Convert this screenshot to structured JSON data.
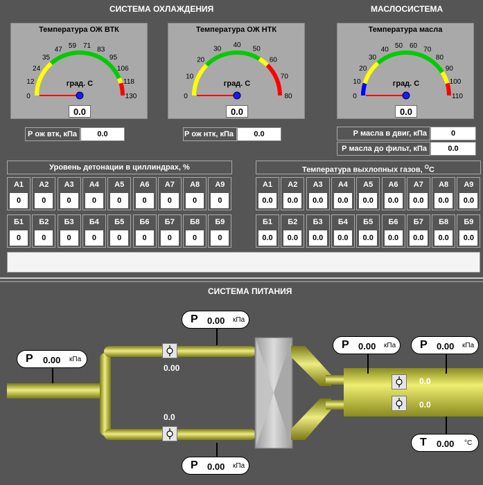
{
  "cooling": {
    "title": "СИСТЕМА ОХЛАЖДЕНИЯ",
    "gauge1": {
      "title": "Температура ОЖ ВТК",
      "unit": "град. С",
      "value": "0.0",
      "min": 0,
      "max": 130,
      "ticks": [
        "0",
        "12",
        "24",
        "35",
        "47",
        "59",
        "71",
        "83",
        "95",
        "106",
        "118",
        "130"
      ],
      "zones": [
        {
          "from": 0,
          "to": 35,
          "color": "#ffff00"
        },
        {
          "from": 35,
          "to": 113,
          "color": "#00cc00"
        },
        {
          "from": 113,
          "to": 118,
          "color": "#ffff00"
        },
        {
          "from": 118,
          "to": 130,
          "color": "#ff0000"
        }
      ]
    },
    "gauge2": {
      "title": "Температура ОЖ НТК",
      "unit": "град. С",
      "value": "0.0",
      "min": 0,
      "max": 80,
      "ticks": [
        "0",
        "10",
        "20",
        "30",
        "40",
        "50",
        "60",
        "70",
        "80"
      ],
      "zones": [
        {
          "from": 0,
          "to": 20,
          "color": "#ffff00"
        },
        {
          "from": 20,
          "to": 54,
          "color": "#00cc00"
        },
        {
          "from": 54,
          "to": 60,
          "color": "#ffff00"
        },
        {
          "from": 60,
          "to": 80,
          "color": "#ff0000"
        }
      ]
    },
    "p_vtk_label": "Р ож втк, кПа",
    "p_vtk_value": "0.0",
    "p_ntk_label": "Р ож нтк, кПа",
    "p_ntk_value": "0.0"
  },
  "oil": {
    "title": "МАСЛОСИСТЕМА",
    "gauge3": {
      "title": "Температура масла",
      "unit": "град. С",
      "value": "0.0",
      "min": 0,
      "max": 110,
      "ticks": [
        "0",
        "10",
        "20",
        "30",
        "40",
        "50",
        "60",
        "70",
        "80",
        "90",
        "100",
        "110"
      ],
      "zones": [
        {
          "from": 0,
          "to": 10,
          "color": "#0000ff"
        },
        {
          "from": 10,
          "to": 30,
          "color": "#ffff00"
        },
        {
          "from": 30,
          "to": 90,
          "color": "#00cc00"
        },
        {
          "from": 90,
          "to": 100,
          "color": "#ffff00"
        },
        {
          "from": 100,
          "to": 110,
          "color": "#ff0000"
        }
      ]
    },
    "p_engine_label": "Р масла в двиг, кПа",
    "p_engine_value": "0",
    "p_filter_label": "Р масла до фильт, кПа",
    "p_filter_value": "0.0"
  },
  "detonation": {
    "title": "Уровень детонации в циллиндрах, %",
    "rowA": [
      {
        "label": "А1",
        "value": "0"
      },
      {
        "label": "А2",
        "value": "0"
      },
      {
        "label": "А3",
        "value": "0"
      },
      {
        "label": "А4",
        "value": "0"
      },
      {
        "label": "А5",
        "value": "0"
      },
      {
        "label": "А6",
        "value": "0"
      },
      {
        "label": "А7",
        "value": "0"
      },
      {
        "label": "А8",
        "value": "0"
      },
      {
        "label": "А9",
        "value": "0"
      }
    ],
    "rowB": [
      {
        "label": "Б1",
        "value": "0"
      },
      {
        "label": "Б2",
        "value": "0"
      },
      {
        "label": "Б3",
        "value": "0"
      },
      {
        "label": "Б4",
        "value": "0"
      },
      {
        "label": "Б5",
        "value": "0"
      },
      {
        "label": "Б6",
        "value": "0"
      },
      {
        "label": "Б7",
        "value": "0"
      },
      {
        "label": "Б8",
        "value": "0"
      },
      {
        "label": "Б9",
        "value": "0"
      }
    ]
  },
  "exhaust": {
    "title": "Температура выхлопных газов, ",
    "title_unit_sup": "О",
    "title_unit": "С",
    "rowA": [
      {
        "label": "А1",
        "value": "0.0"
      },
      {
        "label": "А2",
        "value": "0.0"
      },
      {
        "label": "А3",
        "value": "0.0"
      },
      {
        "label": "А4",
        "value": "0.0"
      },
      {
        "label": "А5",
        "value": "0.0"
      },
      {
        "label": "А6",
        "value": "0.0"
      },
      {
        "label": "А7",
        "value": "0.0"
      },
      {
        "label": "А8",
        "value": "0.0"
      },
      {
        "label": "А9",
        "value": "0.0"
      }
    ],
    "rowB": [
      {
        "label": "Б1",
        "value": "0.0"
      },
      {
        "label": "Б2",
        "value": "0.0"
      },
      {
        "label": "Б3",
        "value": "0.0"
      },
      {
        "label": "Б4",
        "value": "0.0"
      },
      {
        "label": "Б5",
        "value": "0.0"
      },
      {
        "label": "Б6",
        "value": "0.0"
      },
      {
        "label": "Б7",
        "value": "0.0"
      },
      {
        "label": "Б8",
        "value": "0.0"
      },
      {
        "label": "Б9",
        "value": "0.0"
      }
    ]
  },
  "message": "",
  "fuel": {
    "title": "СИСТЕМА ПИТАНИЯ",
    "p_inlet": {
      "sym": "P",
      "value": "0.00",
      "unit": "кПа"
    },
    "p_upper": {
      "sym": "P",
      "value": "0.00",
      "unit": "кПа"
    },
    "p_lower": {
      "sym": "P",
      "value": "0.00",
      "unit": "кПа"
    },
    "p_outlet1": {
      "sym": "P",
      "value": "0.00",
      "unit": "кПа"
    },
    "p_outlet2": {
      "sym": "P",
      "value": "0.00",
      "unit": "кПа"
    },
    "t_outlet": {
      "sym": "T",
      "value": "0.00",
      "unit": "°C"
    },
    "valve_upper_value": "0.00",
    "valve_lower_value": "0.0",
    "valve_right1_value": "0.0",
    "valve_right2_value": "0.0",
    "colors": {
      "pipe": "#c8c840",
      "pipe_light": "#ecec80",
      "pipe_dark": "#8a8a20",
      "filter": "#b8b8b8"
    }
  }
}
